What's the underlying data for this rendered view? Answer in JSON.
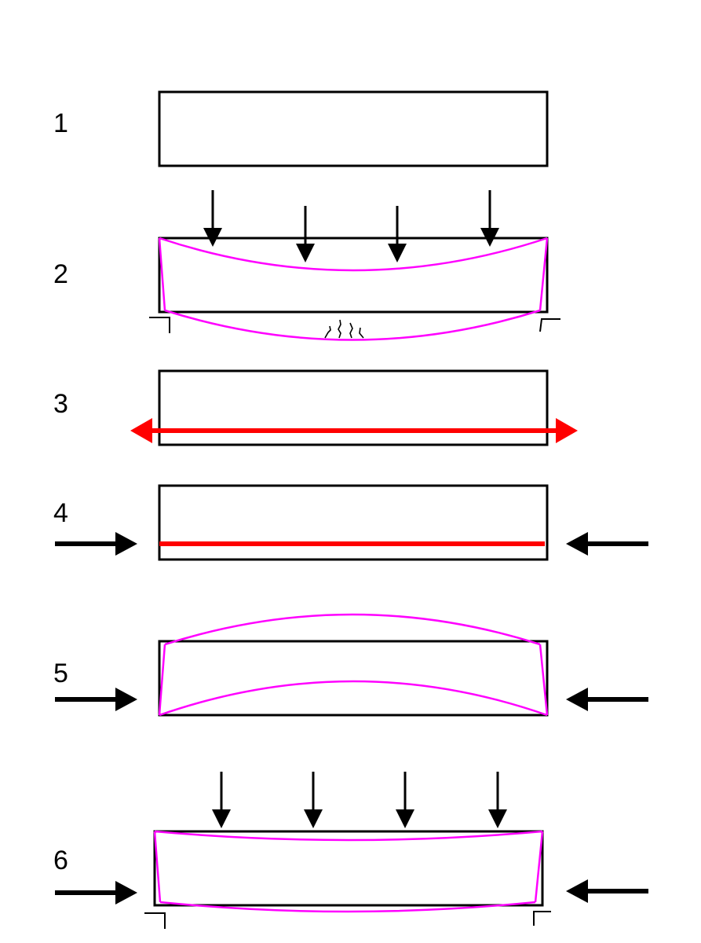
{
  "colors": {
    "background": "#ffffff",
    "beam_outline": "#000000",
    "deflection_curve": "#ff00ff",
    "prestress_tendon": "#ff0000",
    "force_arrow": "#000000"
  },
  "panels": [
    {
      "label": "1",
      "depicts": "plain-beam"
    },
    {
      "label": "2",
      "depicts": "beam-under-distributed-load-with-sag-and-cracks"
    },
    {
      "label": "3",
      "depicts": "tendon-tensioned"
    },
    {
      "label": "4",
      "depicts": "tendon-released-compression"
    },
    {
      "label": "5",
      "depicts": "beam-cambered-by-prestress"
    },
    {
      "label": "6",
      "depicts": "prestressed-beam-under-load"
    }
  ],
  "icons": {
    "load_arrow": "down-arrow-icon",
    "compression_arrow": "horizontal-arrow-icon",
    "tension_arrow": "double-headed-arrow-icon",
    "support": "support-bracket-icon",
    "crack": "crack-marks-icon"
  }
}
